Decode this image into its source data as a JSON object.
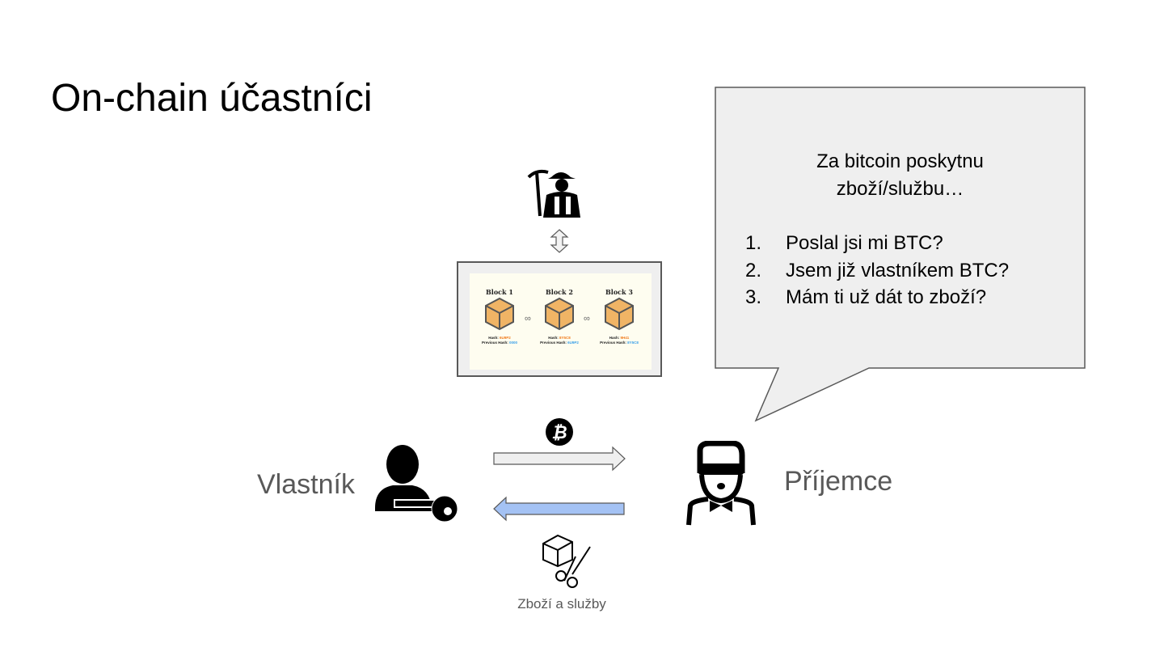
{
  "slide": {
    "title": "On-chain účastníci",
    "bubble": {
      "heading_line1": "Za bitcoin poskytnu",
      "heading_line2": "zboží/službu…",
      "items": [
        {
          "num": "1.",
          "text": "Poslal jsi mi BTC?"
        },
        {
          "num": "2.",
          "text": "Jsem již vlastníkem BTC?"
        },
        {
          "num": "3.",
          "text": "Mám ti už dát to zboží?"
        }
      ]
    },
    "blockchain": {
      "blocks": [
        {
          "label": "Block 1",
          "hash_label": "Hash:",
          "hash": "6U9P2",
          "prev_label": "Previous Hash:",
          "prev": "0000"
        },
        {
          "label": "Block 2",
          "hash_label": "Hash:",
          "hash": "8Y5C8",
          "prev_label": "Previous Hash:",
          "prev": "6U9P2"
        },
        {
          "label": "Block 3",
          "hash_label": "Hash:",
          "hash": "9H41",
          "prev_label": "Previous Hash:",
          "prev": "8Y5C8"
        }
      ]
    },
    "owner_label": "Vlastník",
    "recipient_label": "Příjemce",
    "goods_label": "Zboží a služby",
    "colors": {
      "arrow_btc": "#efefef",
      "arrow_goods": "#a4c2f4",
      "cube": "#f0b465",
      "bubble": "#efefef"
    }
  }
}
